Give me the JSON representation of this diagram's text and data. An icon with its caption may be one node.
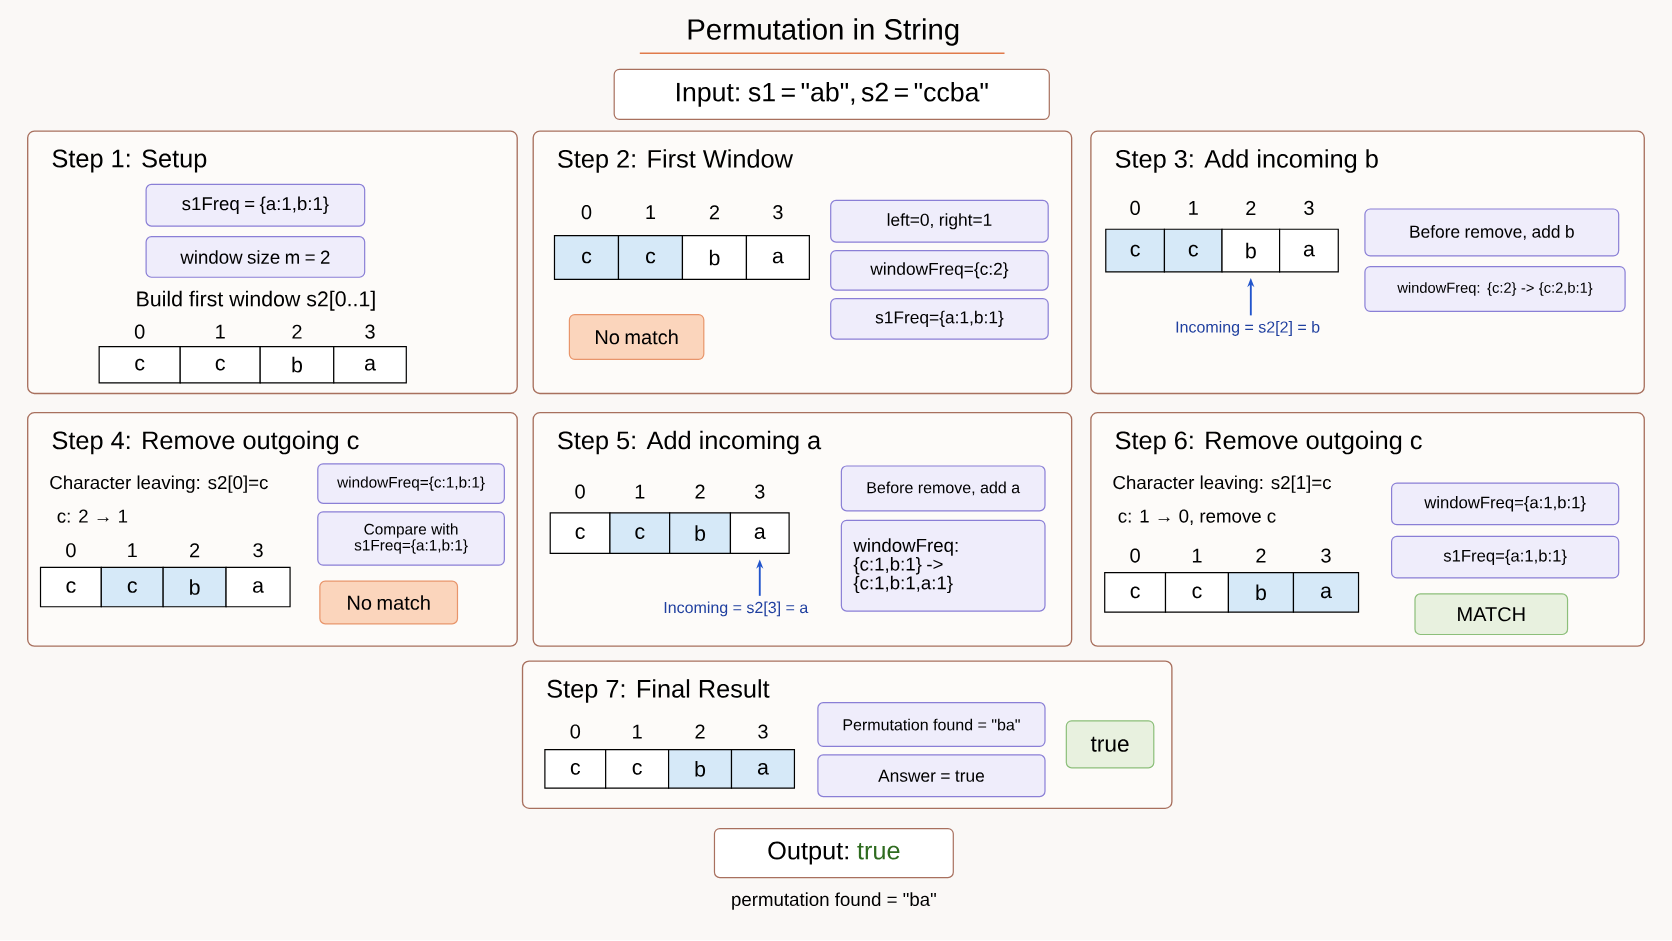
{
  "diagram": {
    "title": "Permutation in String",
    "nodes": [
      {
        "text": [
          "Input: s1 = \"ab\", s2 = \"ccba\""
        ]
      },
      {
        "text": [
          "Step 1: Setup",
          "Build first window s2[0..1]"
        ]
      },
      {
        "text": [
          "s1Freq = {a:1,b:1}"
        ],
        "in": 1
      },
      {
        "text": [
          "window size m = 2"
        ],
        "in": 1
      },
      {
        "text": [
          "c"
        ],
        "beside": [
          "0"
        ],
        "in": 1
      },
      {
        "text": [
          "c"
        ],
        "beside": [
          "1"
        ],
        "in": 1
      },
      {
        "text": [
          "b"
        ],
        "beside": [
          "2"
        ],
        "in": 1
      },
      {
        "text": [
          "a"
        ],
        "beside": [
          "3"
        ],
        "in": 1
      },
      {
        "text": [
          "Step 2: First Window"
        ]
      },
      {
        "text": [
          "c"
        ],
        "beside": [
          "0"
        ],
        "in": 8
      },
      {
        "text": [
          "c"
        ],
        "beside": [
          "1"
        ],
        "in": 8
      },
      {
        "text": [
          "b"
        ],
        "beside": [
          "2"
        ],
        "in": 8
      },
      {
        "text": [
          "a"
        ],
        "beside": [
          "3"
        ],
        "in": 8
      },
      {
        "text": [
          "left=0, right=1"
        ],
        "in": 8
      },
      {
        "text": [
          "windowFreq={c:2}"
        ],
        "in": 8
      },
      {
        "text": [
          "s1Freq={a:1,b:1}"
        ],
        "in": 8
      },
      {
        "text": [
          "No match"
        ],
        "in": 8
      },
      {
        "text": [
          "Step 3: Add incoming b"
        ]
      },
      {
        "text": [
          "c"
        ],
        "beside": [
          "0"
        ],
        "in": 17
      },
      {
        "text": [
          "c"
        ],
        "beside": [
          "1"
        ],
        "in": 17
      },
      {
        "text": [
          "b"
        ],
        "beside": [
          "2"
        ],
        "in": 17
      },
      {
        "text": [
          "a"
        ],
        "beside": [
          "3"
        ],
        "in": 17
      },
      {
        "text": [
          "Incoming = s2[2] = b"
        ],
        "in": 17
      },
      {
        "text": [
          "Before remove, add b"
        ],
        "in": 17
      },
      {
        "text": [
          "windowFreq: {c:2} -> {c:2,b:1}"
        ],
        "in": 17
      },
      {
        "text": [
          "Step 4: Remove outgoing c",
          "Character leaving: s2[0]=c",
          "c: 2 → 1"
        ]
      },
      {
        "text": [
          "c"
        ],
        "beside": [
          "0"
        ],
        "in": 25
      },
      {
        "text": [
          "c"
        ],
        "beside": [
          "1"
        ],
        "in": 25
      },
      {
        "text": [
          "b"
        ],
        "beside": [
          "2"
        ],
        "in": 25
      },
      {
        "text": [
          "a"
        ],
        "beside": [
          "3"
        ],
        "in": 25
      },
      {
        "text": [
          "windowFreq={c:1,b:1}"
        ],
        "in": 25
      },
      {
        "text": [
          "Compare with s1Freq={a:1,b:1}"
        ],
        "in": 25
      },
      {
        "text": [
          "No match"
        ],
        "in": 25
      },
      {
        "text": [
          "Step 5: Add incoming a"
        ]
      },
      {
        "text": [
          "c"
        ],
        "beside": [
          "0"
        ],
        "in": 33
      },
      {
        "text": [
          "c"
        ],
        "beside": [
          "1"
        ],
        "in": 33
      },
      {
        "text": [
          "b"
        ],
        "beside": [
          "2"
        ],
        "in": 33
      },
      {
        "text": [
          "a"
        ],
        "beside": [
          "3"
        ],
        "in": 33
      },
      {
        "text": [
          "Incoming = s2[3] = a"
        ],
        "in": 33
      },
      {
        "text": [
          "Before remove, add a"
        ],
        "in": 33
      },
      {
        "text": [
          "windowFreq: {c:1,b:1} -> {c:1,b:1,a:1}"
        ],
        "in": 33
      },
      {
        "text": [
          "Step 6: Remove outgoing c",
          "Character leaving: s2[1]=c",
          "c: 1 → 0, remove c"
        ]
      },
      {
        "text": [
          "c"
        ],
        "beside": [
          "0"
        ],
        "in": 41
      },
      {
        "text": [
          "c"
        ],
        "beside": [
          "1"
        ],
        "in": 41
      },
      {
        "text": [
          "b"
        ],
        "beside": [
          "2"
        ],
        "in": 41
      },
      {
        "text": [
          "a"
        ],
        "beside": [
          "3"
        ],
        "in": 41
      },
      {
        "text": [
          "windowFreq={a:1,b:1}"
        ],
        "in": 41
      },
      {
        "text": [
          "s1Freq={a:1,b:1}"
        ],
        "in": 41
      },
      {
        "text": [
          "MATCH"
        ],
        "in": 41
      },
      {
        "text": [
          "Step 7: Final Result"
        ]
      },
      {
        "text": [
          "c"
        ],
        "beside": [
          "0"
        ],
        "in": 49
      },
      {
        "text": [
          "c"
        ],
        "beside": [
          "1"
        ],
        "in": 49
      },
      {
        "text": [
          "b"
        ],
        "beside": [
          "2"
        ],
        "in": 49
      },
      {
        "text": [
          "a"
        ],
        "beside": [
          "3"
        ],
        "in": 49
      },
      {
        "text": [
          "Permutation found = \"ba\""
        ],
        "in": 49
      },
      {
        "text": [
          "Answer = true"
        ],
        "in": 49
      },
      {
        "text": [
          "true"
        ],
        "in": 49
      },
      {
        "text": [
          "Output:",
          "true"
        ],
        "beside": [
          "permutation found = \"ba\""
        ]
      }
    ],
    "edges": [
      {
        "from": 22,
        "to": 20,
        "arrow": "to"
      },
      {
        "from": 38,
        "to": 37,
        "arrow": "to"
      }
    ]
  }
}
